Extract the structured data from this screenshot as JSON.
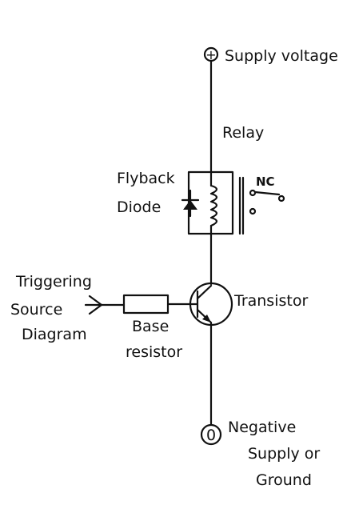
{
  "labels": {
    "supply": "Supply voltage",
    "relay": "Relay",
    "flyback_line1": "Flyback",
    "flyback_line2": "Diode",
    "nc": "NC",
    "transistor": "Transistor",
    "trigger_line1": "Triggering",
    "trigger_line2": "Source",
    "trigger_line3": "Diagram",
    "base_line1": "Base",
    "base_line2": "resistor",
    "negative_line1": "Negative",
    "negative_line2": "Supply or",
    "negative_line3": "Ground",
    "plus_symbol": "+",
    "zero_symbol": "0"
  }
}
